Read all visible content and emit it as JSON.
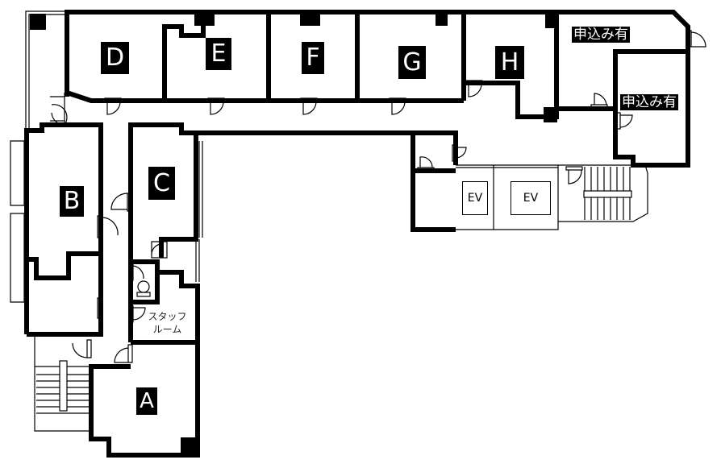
{
  "floor_plan": {
    "rooms": [
      {
        "id": "A",
        "label": "A"
      },
      {
        "id": "B",
        "label": "B"
      },
      {
        "id": "C",
        "label": "C"
      },
      {
        "id": "D",
        "label": "D"
      },
      {
        "id": "E",
        "label": "E"
      },
      {
        "id": "F",
        "label": "F"
      },
      {
        "id": "G",
        "label": "G"
      },
      {
        "id": "H",
        "label": "H"
      }
    ],
    "applied_labels": [
      "申込み有",
      "申込み有"
    ],
    "elevators": [
      "EV",
      "EV"
    ],
    "staff_room": {
      "line1": "スタッフ",
      "line2": "ルーム"
    }
  }
}
